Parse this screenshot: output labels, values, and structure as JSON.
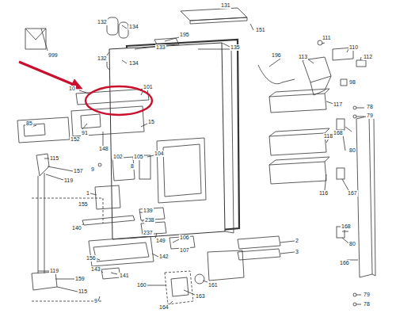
{
  "diagram": {
    "labels": [
      "999",
      "132",
      "134",
      "132",
      "134",
      "131",
      "151",
      "195",
      "133",
      "135",
      "196",
      "113",
      "111",
      "110",
      "112",
      "98",
      "117",
      "78",
      "79",
      "10",
      "101",
      "85",
      "91",
      "152",
      "148",
      "15",
      "102",
      "105",
      "104",
      "118",
      "168",
      "80",
      "119",
      "157",
      "115",
      "9",
      "8",
      "1",
      "116",
      "167",
      "155",
      "139",
      "238",
      "237",
      "149",
      "140",
      "106",
      "107",
      "2",
      "3",
      "142",
      "156",
      "143",
      "141",
      "160",
      "161",
      "163",
      "164",
      "166",
      "168",
      "80",
      "79",
      "78",
      "119",
      "159",
      "115",
      "9"
    ]
  }
}
